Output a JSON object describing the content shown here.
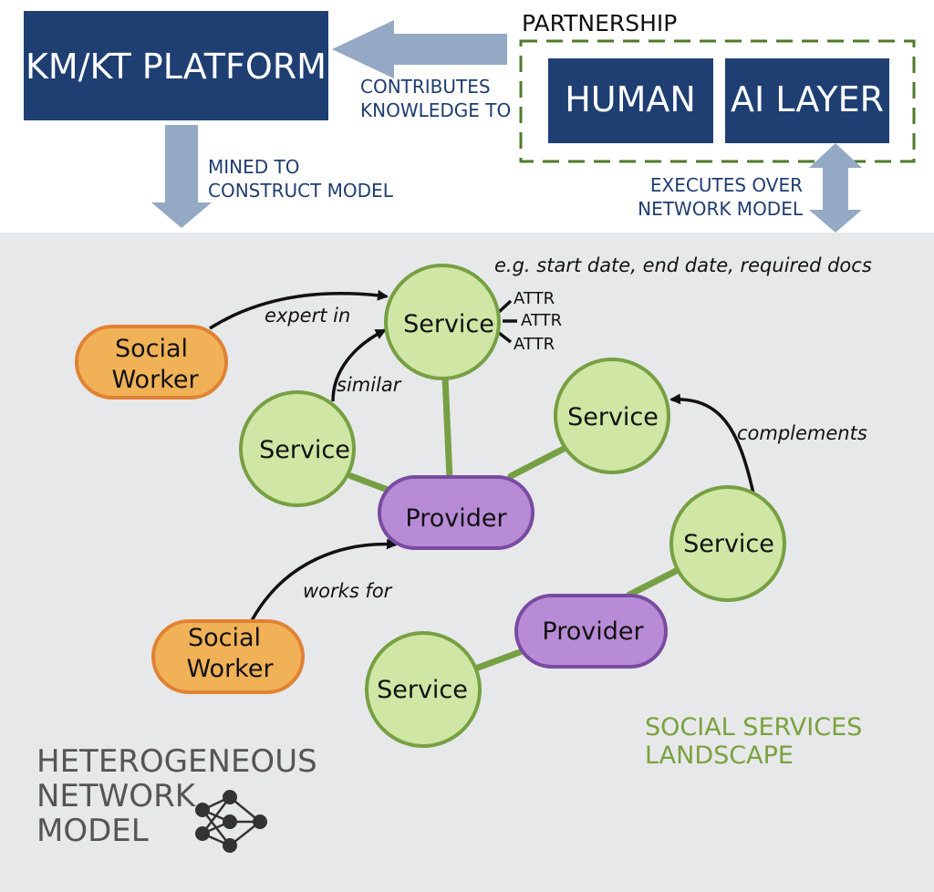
{
  "colors": {
    "navy": "#1f3f73",
    "arrow_blue": "#94a9c4",
    "green_border": "#4f7a2a",
    "service_fill": "#cfe6a4",
    "service_stroke": "#76a043",
    "provider_fill": "#b88bd6",
    "provider_stroke": "#7a4aa0",
    "worker_fill": "#f0b157",
    "worker_stroke": "#e08234",
    "landscape_bg": "#e7e8ea",
    "landscape_text": "#7aa23d"
  },
  "top": {
    "platform": "KM/KT PLATFORM",
    "partnership": "PARTNERSHIP",
    "human": "HUMAN",
    "ai_layer": "AI LAYER",
    "contributes": [
      "CONTRIBUTES",
      "KNOWLEDGE TO"
    ],
    "mined": [
      "MINED TO",
      "CONSTRUCT MODEL"
    ],
    "executes": [
      "EXECUTES OVER",
      "NETWORK MODEL"
    ]
  },
  "graph": {
    "service": "Service",
    "provider": "Provider",
    "social_worker": [
      "Social",
      "Worker"
    ],
    "attr": "ATTR",
    "attr_example": "e.g. start date, end date, required docs",
    "edges": {
      "expert_in": "expert in",
      "similar": "similar",
      "works_for": "works for",
      "complements": "complements"
    }
  },
  "landscape_label": [
    "SOCIAL SERVICES",
    "LANDSCAPE"
  ],
  "model_label": [
    "HETEROGENEOUS",
    "NETWORK",
    "MODEL"
  ],
  "icons": [
    "neural-network-icon"
  ]
}
